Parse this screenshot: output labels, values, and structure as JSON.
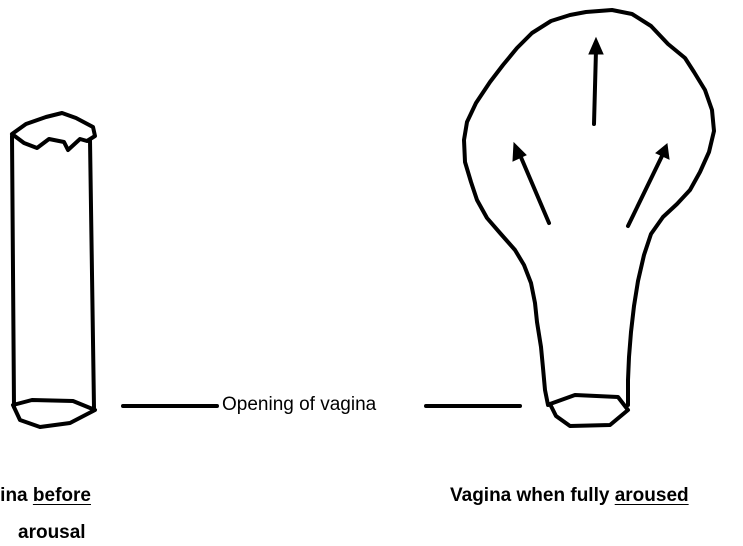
{
  "labels": {
    "opening": "Opening of vagina",
    "before_prefix": "agina ",
    "before_emph": "before",
    "before_line2": "arousal",
    "aroused_prefix": "Vagina when fully ",
    "aroused_emph": "aroused"
  },
  "colors": {
    "stroke": "#000000",
    "background": "#ffffff"
  },
  "icons": [
    "arrow-up-icon",
    "arrow-up-left-icon",
    "arrow-up-right-icon"
  ]
}
